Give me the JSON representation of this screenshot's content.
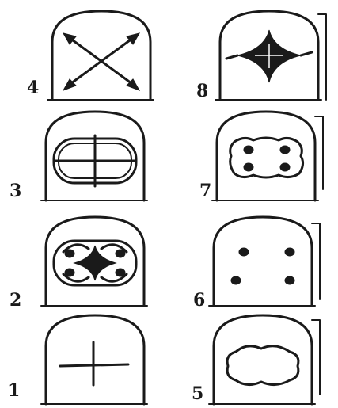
{
  "panels": [
    {
      "id": "4",
      "label": "4",
      "motif": "crossed-arrows"
    },
    {
      "id": "8",
      "label": "8",
      "motif": "four-point-star"
    },
    {
      "id": "3",
      "label": "3",
      "motif": "cross-in-oval"
    },
    {
      "id": "7",
      "label": "7",
      "motif": "four-dots-in-oval"
    },
    {
      "id": "2",
      "label": "2",
      "motif": "star-with-dots-in-oval"
    },
    {
      "id": "6",
      "label": "6",
      "motif": "four-dots"
    },
    {
      "id": "1",
      "label": "1",
      "motif": "plain-cross"
    },
    {
      "id": "5",
      "label": "5",
      "motif": "scalloped-oval"
    }
  ],
  "colors": {
    "ink": "#1a1a1a",
    "background": "#ffffff"
  }
}
